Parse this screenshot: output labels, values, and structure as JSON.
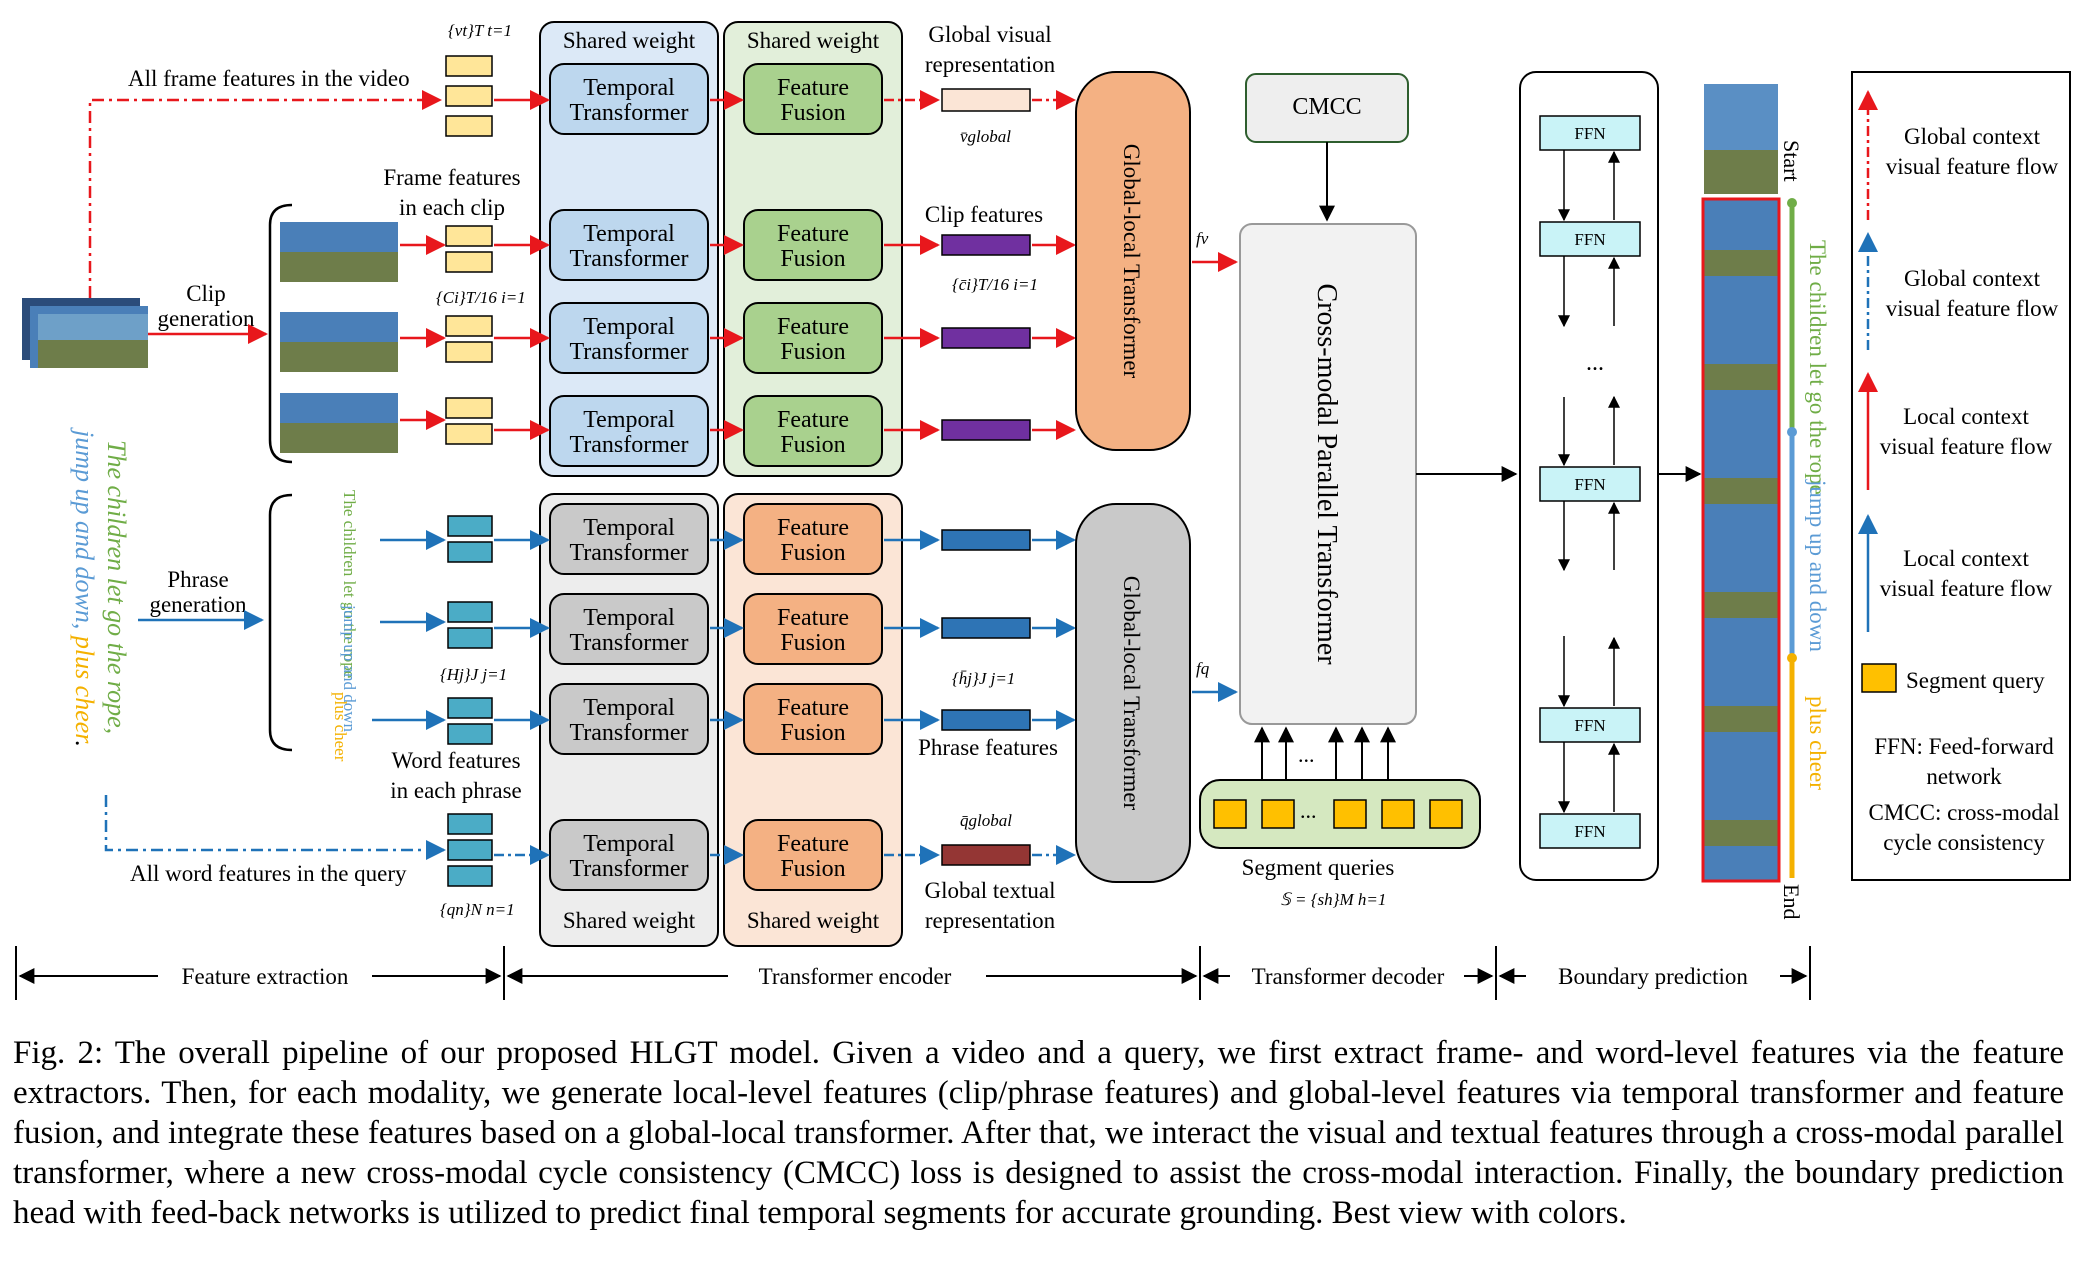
{
  "diagram": {
    "top_labels": {
      "shared_weight_1": "Shared weight",
      "shared_weight_2": "Shared weight",
      "global_visual": "Global visual",
      "global_visual_2": "representation",
      "v_global": "v̄global",
      "all_frames": "All frame features in the video",
      "frame_features": "Frame features",
      "in_each_clip": "in each clip",
      "vt": "{vt}T t=1",
      "ci": "{Ci}T/16 i=1",
      "clip_features": "Clip features",
      "ci_bar": "{c̄i}T/16 i=1",
      "clip_gen_1": "Clip",
      "clip_gen_2": "generation",
      "fv": "fv"
    },
    "blocks": {
      "temporal_1": "Temporal",
      "temporal_2": "Transformer",
      "fusion_1": "Feature",
      "fusion_2": "Fusion",
      "global_local": "Global-local Transformer",
      "cmcc": "CMCC",
      "cross_modal": "Cross-modal Parallel Transformer",
      "ffn": "FFN"
    },
    "bottom_labels": {
      "phrase_gen_1": "Phrase",
      "phrase_gen_2": "generation",
      "hj": "{Hj}J j=1",
      "hj_bar": "{h̄j}J j=1",
      "phrase_features": "Phrase features",
      "word_features": "Word features",
      "in_each_phrase": "in each phrase",
      "all_words": "All word features in the query",
      "qn": "{qn}N n=1",
      "shared_weight_3": "Shared weight",
      "shared_weight_4": "Shared weight",
      "q_global": "q̄global",
      "global_textual": "Global textual",
      "global_textual_2": "representation",
      "fq": "fq",
      "segment_queries": "Segment queries",
      "s_set": "𝕊 = {sh}M h=1",
      "dots": "..."
    },
    "phrases": {
      "p1": "The children let go the rope",
      "p2": "jump up and down",
      "p3": "plus cheer",
      "query_1": "The children let go the rope,",
      "query_2": "jump up and down,",
      "query_3": "plus cheer",
      "query_period": "."
    },
    "timeline": {
      "start": "Start",
      "end": "End"
    },
    "legend": {
      "g1": "Global context",
      "g1b": "visual feature flow",
      "g2": "Global context",
      "g2b": "visual feature flow",
      "l1": "Local context",
      "l1b": "visual feature flow",
      "l2": "Local context",
      "l2b": "visual feature flow",
      "segment_query": "Segment query",
      "ffn_1": "FFN: Feed-forward",
      "ffn_2": "network",
      "cmcc_1": "CMCC: cross-modal",
      "cmcc_2": "cycle consistency"
    },
    "stages": {
      "feature_extraction": "Feature extraction",
      "transformer_encoder": "Transformer encoder",
      "transformer_decoder": "Transformer decoder",
      "boundary_prediction": "Boundary prediction"
    },
    "colors": {
      "red": "#e8171c",
      "blue": "#1f72b8",
      "green_text": "#70ad47",
      "blue_text": "#5b9bd5",
      "yellow_text": "#f4b100",
      "temporal_fill": "#bdd7ee",
      "fusion_fill": "#a9d18e",
      "orange_fill": "#f4b183",
      "gray_fill": "#c9c9c9",
      "purple": "#7030a0",
      "darkblue": "#2e74b5",
      "darkred": "#943634",
      "query_yellow": "#ffc000",
      "ffn_fill": "#c9f3f7"
    }
  },
  "caption": "Fig. 2: The overall pipeline of our proposed HLGT model. Given a video and a query, we first extract frame- and word-level features via the feature extractors. Then, for each modality, we generate local-level features (clip/phrase features) and global-level features via temporal transformer and feature fusion, and integrate these features based on a global-local transformer. After that, we interact the visual and textual features through a cross-modal parallel transformer, where a new cross-modal cycle consistency (CMCC) loss is designed to assist the cross-modal interaction. Finally, the boundary prediction head with feed-back networks is utilized to predict final temporal segments for accurate grounding. Best view with colors."
}
